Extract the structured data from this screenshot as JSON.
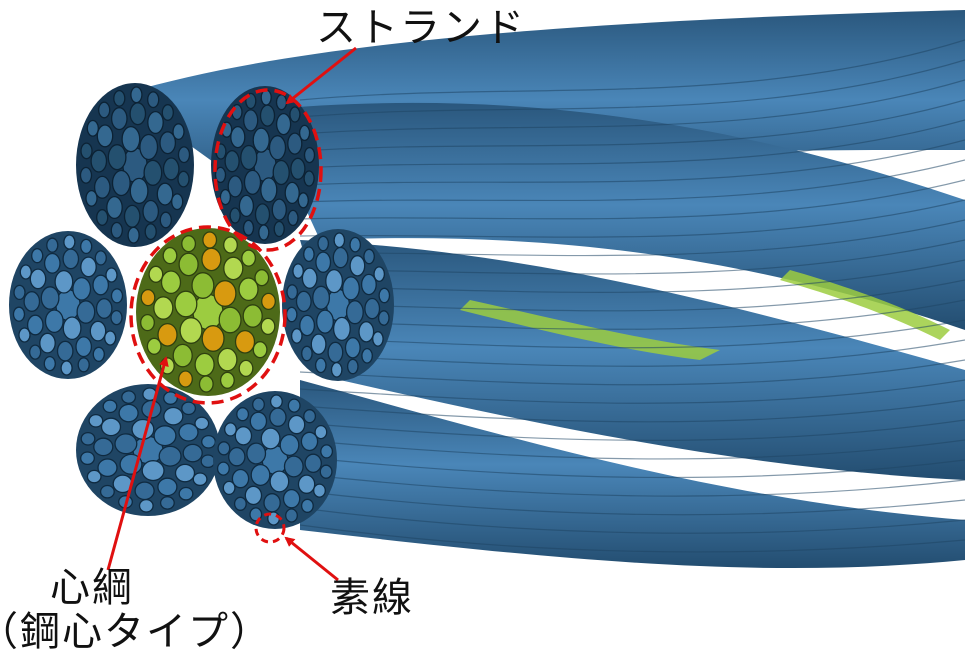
{
  "labels": {
    "strand": "ストランド",
    "core": "心綱",
    "core_type": "（鋼心タイプ）",
    "wire": "素線"
  },
  "colors": {
    "strand_fill": "#3d78a8",
    "strand_dark": "#1f4564",
    "strand_mid": "#356a96",
    "strand_light": "#5d97c7",
    "core_green": "#9ccc40",
    "core_olive": "#6d8a22",
    "core_orange": "#d89a10",
    "annotation_red": "#e01010",
    "text": "#111111"
  }
}
